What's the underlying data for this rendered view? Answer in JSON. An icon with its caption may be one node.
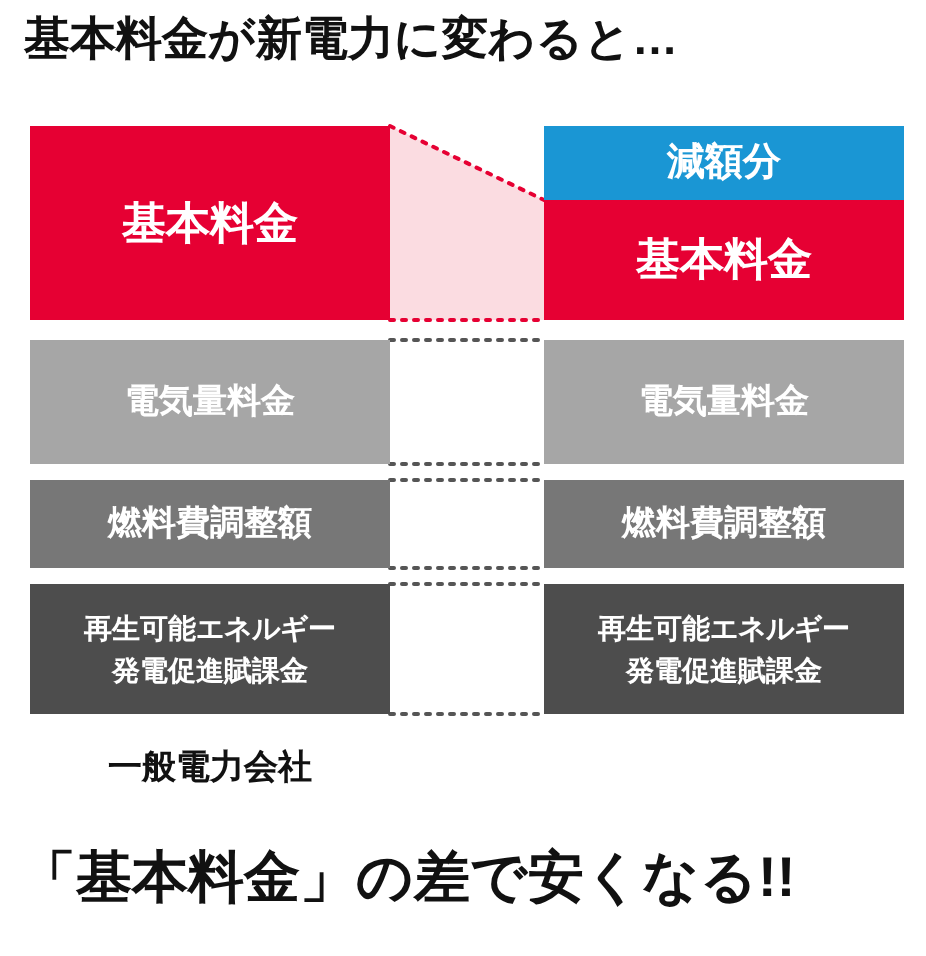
{
  "diagram": {
    "title": "基本料金が新電力に変わると…",
    "caption": "「基本料金」の差で安くなる!!",
    "nodes": [
      {
        "text": [
          "基本料金"
        ]
      },
      {
        "text": [
          "減額分"
        ]
      },
      {
        "text": [
          "基本料金"
        ]
      },
      {
        "text": [
          "電気量料金"
        ]
      },
      {
        "text": [
          "電気量料金"
        ]
      },
      {
        "text": [
          "燃料費調整額"
        ]
      },
      {
        "text": [
          "燃料費調整額"
        ]
      },
      {
        "text": [
          "再生可能エネルギー発電促進賦課金"
        ]
      },
      {
        "text": [
          "再生可能エネルギー発電促進賦課金"
        ]
      }
    ],
    "edges": [
      {
        "from": 0,
        "to": 2,
        "arrow": "none",
        "style": "dashed",
        "color": "#e60033"
      },
      {
        "from": 3,
        "to": 4,
        "arrow": "none",
        "style": "dashed"
      },
      {
        "from": 5,
        "to": 6,
        "arrow": "none",
        "style": "dashed"
      },
      {
        "from": 7,
        "to": 8,
        "arrow": "none",
        "style": "dashed"
      }
    ],
    "labels": [
      "一般電力会社"
    ]
  }
}
